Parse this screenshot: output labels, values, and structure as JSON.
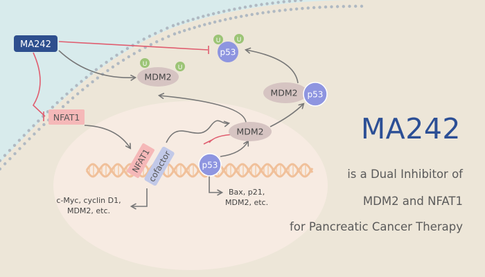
{
  "labels": {
    "ma242": "MA242",
    "nfat1_cyto": "NFAT1",
    "mdm2_top": "MDM2",
    "p53_top": "p53",
    "ub": "U",
    "mdm2_complex": "MDM2",
    "p53_complex": "p53",
    "mdm2_nuc": "MDM2",
    "p53_dna": "p53",
    "nfat1_dna": "NFAT1",
    "cofactor": "cofactor",
    "targets_left": [
      "c-Myc, cyclin D1,",
      "MDM2, etc."
    ],
    "targets_right": [
      "Bax, p21,",
      "MDM2, etc."
    ]
  },
  "text": {
    "headline": "MA242",
    "subtitle": [
      "is a Dual Inhibitor of",
      "MDM2 and NFAT1",
      "for Pancreatic Cancer Therapy"
    ]
  },
  "colors": {
    "background": "#d8ebec",
    "cytoplasm": "#ede6d8",
    "nucleus": "#f7ebe2",
    "membrane_dots": "#b0b9c2",
    "ma242_box": "#2e4f8e",
    "nfat1_box": "#f5b8b8",
    "mdm2_ellipse": "#d6c4c2",
    "p53_circle": "#8e95e0",
    "ubiquitin": "#9cc476",
    "cofactor_box": "#c2c9e8",
    "dna": "#f0c09a",
    "inhibition_line": "#e05d6f",
    "arrow": "#777777",
    "headline": "#2c4f95"
  }
}
